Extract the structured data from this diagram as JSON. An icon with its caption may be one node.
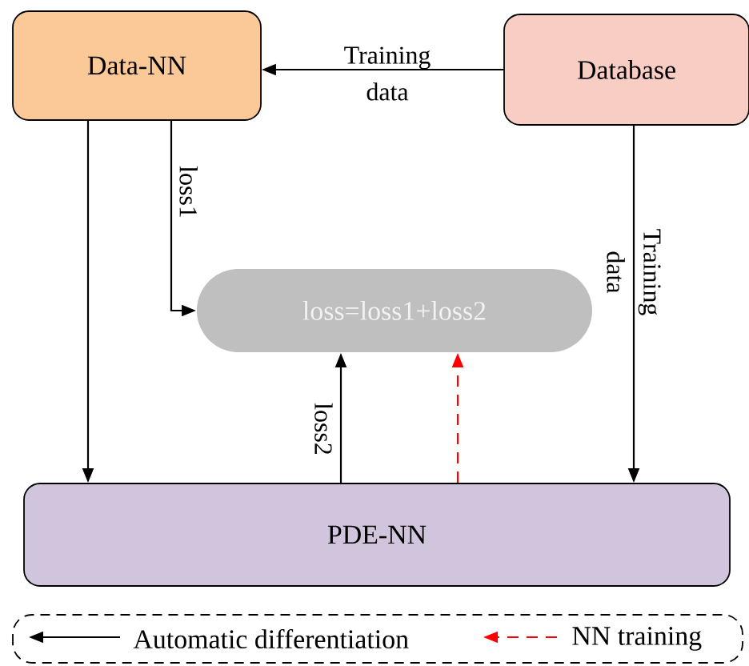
{
  "diagram": {
    "nodes": [
      {
        "text": [
          "Data-NN"
        ]
      },
      {
        "text": [
          "Database"
        ]
      },
      {
        "text": [
          "loss=loss1+loss2"
        ]
      },
      {
        "text": [
          "PDE-NN"
        ]
      }
    ],
    "edges": [
      {
        "from": 1,
        "to": 0,
        "arrow": "to",
        "label": "Training data"
      },
      {
        "from": 0,
        "to": 2,
        "arrow": "to",
        "label": "loss1"
      },
      {
        "from": 0,
        "to": 3,
        "arrow": "to"
      },
      {
        "from": 1,
        "to": 3,
        "arrow": "to",
        "label": "Training data"
      },
      {
        "from": 3,
        "to": 2,
        "arrow": "to",
        "label": "loss2"
      },
      {
        "from": 3,
        "to": 2,
        "arrow": "to",
        "style": "dashed",
        "color": "#ff0000"
      }
    ],
    "legend": [
      {
        "text": "Automatic differentiation"
      },
      {
        "text": "NN training"
      }
    ]
  }
}
